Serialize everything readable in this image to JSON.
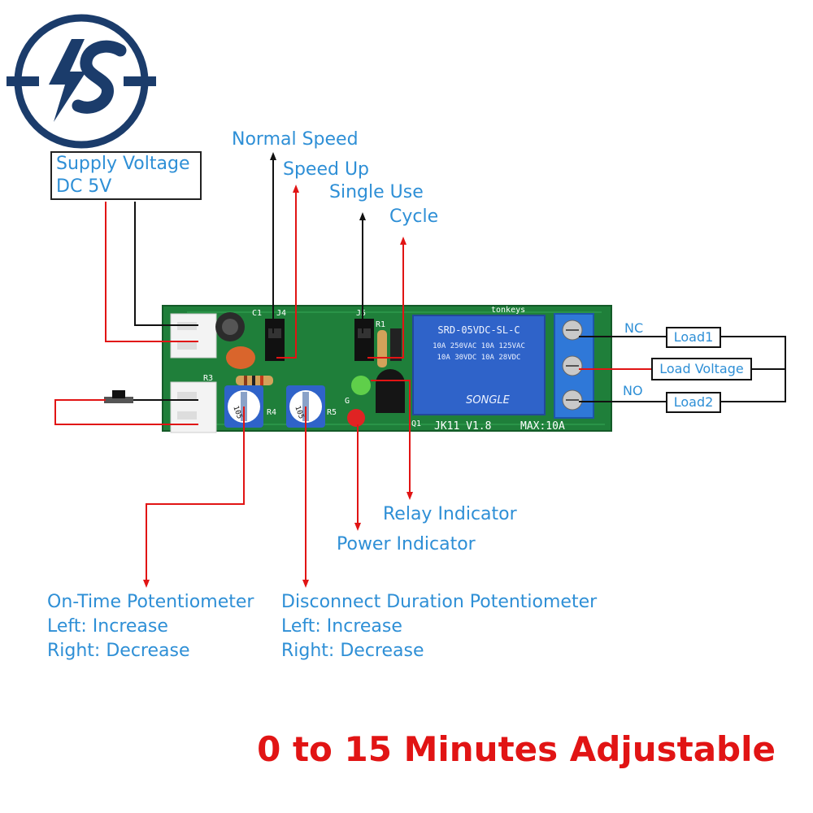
{
  "logo": {
    "name": "IS-logo"
  },
  "supply": {
    "line1": "Supply Voltage",
    "line2": "DC 5V"
  },
  "jumper_labels": {
    "normal_speed": "Normal Speed",
    "speed_up": "Speed Up",
    "single_use": "Single Use",
    "cycle": "Cycle"
  },
  "indicators": {
    "relay": "Relay Indicator",
    "power": "Power Indicator"
  },
  "relay_terminals": {
    "nc": "NC",
    "no": "NO"
  },
  "loads": {
    "load1": "Load1",
    "load_voltage": "Load Voltage",
    "load2": "Load2"
  },
  "potentiometers": {
    "on_time": {
      "title": "On-Time Potentiometer",
      "left": "Left: Increase",
      "right": "Right: Decrease"
    },
    "disconnect": {
      "title": "Disconnect Duration Potentiometer",
      "left": "Left: Increase",
      "right": "Right: Decrease"
    }
  },
  "headline": "0 to 15 Minutes Adjustable",
  "pcb": {
    "brand": "tonkeys",
    "model": "JK11  V1.8",
    "rating": "MAX:10A",
    "relay_model": "SRD-05VDC-SL-C",
    "relay_spec1": "10A 250VAC  10A 125VAC",
    "relay_spec2": "10A 30VDC  10A 28VDC",
    "relay_brand": "SONGLE",
    "pot_value": "105",
    "refs": {
      "c1": "C1",
      "j4": "J4",
      "j5": "J5",
      "r1": "R1",
      "r3": "R3",
      "r4": "R4",
      "r5": "R5",
      "q1": "Q1",
      "g": "G"
    }
  },
  "colors": {
    "label_blue": "#2e8fd6",
    "wire_red": "#e11414",
    "pcb_green": "#1f7f3a",
    "relay_blue": "#2f63c9",
    "logo_navy": "#1b3c6b"
  }
}
